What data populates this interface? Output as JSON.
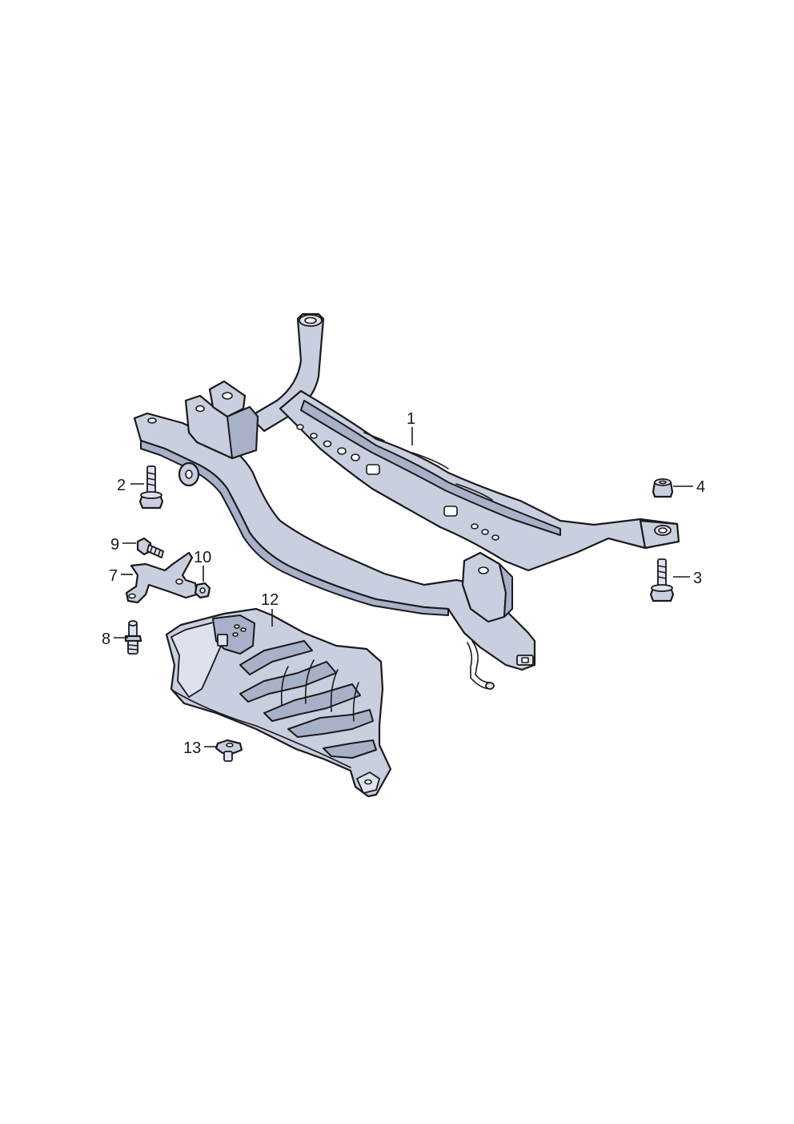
{
  "callouts": {
    "c1": "1",
    "c2": "2",
    "c3": "3",
    "c4": "4",
    "c7": "7",
    "c8": "8",
    "c9": "9",
    "c10": "10",
    "c12": "12",
    "c13": "13"
  },
  "colors": {
    "part_fill": "#c9cfdf",
    "part_shadow": "#a9b1c8",
    "outline": "#1a1a1a"
  }
}
